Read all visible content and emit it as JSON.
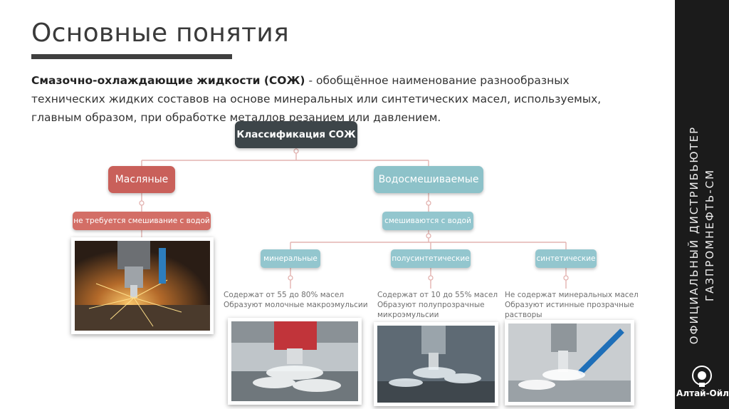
{
  "slide": {
    "title": "Основные понятия",
    "intro_term": "Смазочно-охлаждающие жидкости (СОЖ)",
    "intro_rest": " - обобщённое наименование разнообразных технических жидких составов на основе минеральных или синтетических масел, используемых, главным образом, при обработке металлов резанием или давлением."
  },
  "diagram": {
    "root": "Классификация СОЖ",
    "oil": {
      "label": "Масляные",
      "note": "не требуется смешивание с водой"
    },
    "water": {
      "label": "Водосмешиваемые",
      "note": "смешиваются с водой",
      "types": [
        {
          "label": "минеральные",
          "line1": "Содержат от 55 до 80% масел",
          "line2": "Образуют молочные макроэмульсии"
        },
        {
          "label": "полусинтетические",
          "line1": "Содержат от 10 до 55% масел",
          "line2": "Образуют полупрозрачные",
          "line3": "микроэмульсии"
        },
        {
          "label": "синтетические",
          "line1": "Не содержат минеральных масел",
          "line2": "Образуют истинные прозрачные",
          "line3": "растворы"
        }
      ]
    },
    "line_color": "#e6b9b6"
  },
  "sidebar": {
    "line1": "ОФИЦИАЛЬНЫЙ ДИСТРИБЬЮТЕР",
    "line2": "ГАЗПРОМНЕФТЬ-СМ",
    "brand": "Алтай-Ойл",
    "background": "#1b1b1b"
  },
  "photos": [
    {
      "subject": "oil-cutting-photo"
    },
    {
      "subject": "mineral-emulsion-photo"
    },
    {
      "subject": "semi-synthetic-photo"
    },
    {
      "subject": "synthetic-photo"
    }
  ]
}
